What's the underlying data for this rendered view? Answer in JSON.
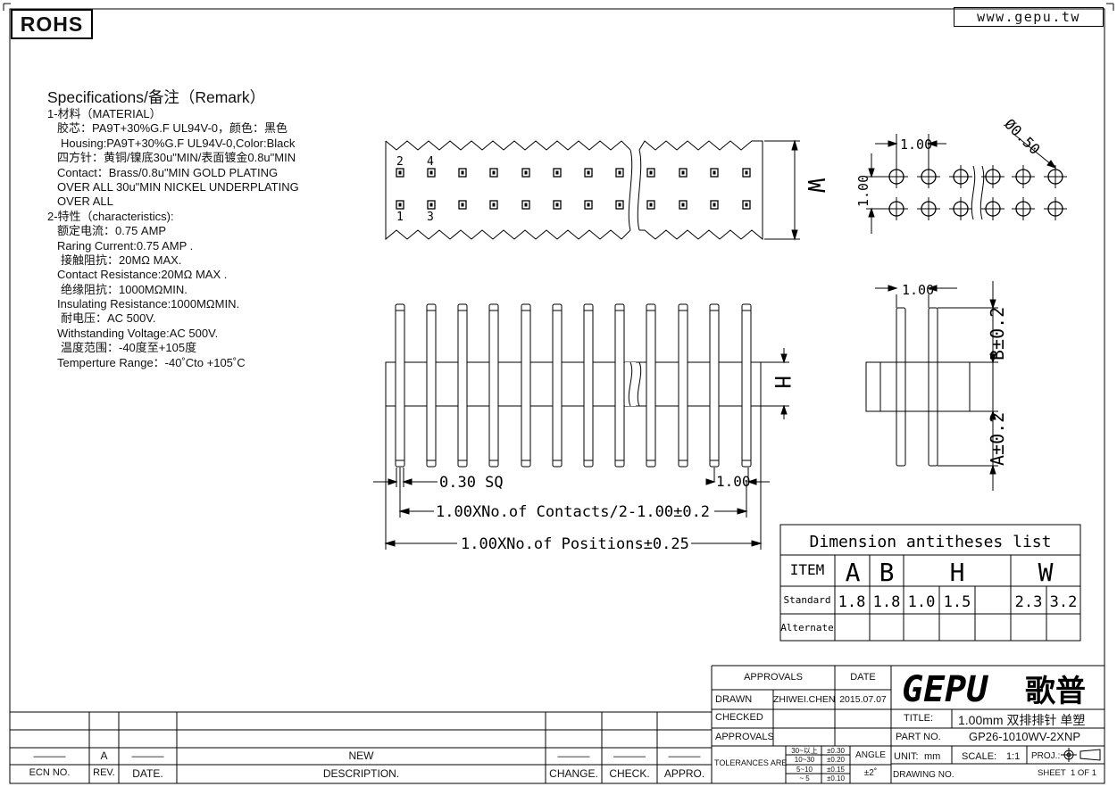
{
  "header": {
    "rohs": "ROHS",
    "website": "www.gepu.tw"
  },
  "spec": {
    "title": "Specifications/备注（Remark）",
    "lines": [
      "1-材料（MATERIAL）",
      "胶芯：PA9T+30%G.F UL94V-0，颜色：黑色",
      "Housing:PA9T+30%G.F UL94V-0,Color:Black",
      "四方针：黄铜/镍底30u\"MIN/表面镀金0.8u\"MIN",
      "Contact：Brass/0.8u\"MIN GOLD PLATING",
      "OVER ALL 30u\"MIN NICKEL UNDERPLATING",
      "OVER ALL",
      "2-特性（characteristics):",
      "额定电流：0.75 AMP",
      "Raring Current:0.75 AMP .",
      "接触阻抗：20MΩ MAX.",
      "Contact Resistance:20MΩ MAX .",
      "绝缘阻抗：1000MΩMIN.",
      "Insulating Resistance:1000MΩMIN.",
      "耐电压：AC 500V.",
      "Withstanding Voltage:AC 500V.",
      "温度范围：-40度至+105度",
      "Temperture Range：-40˚Cto +105˚C"
    ]
  },
  "drawing": {
    "pin_numbers": [
      "2",
      "4",
      "1",
      "3"
    ],
    "dim_w": "W",
    "dim_h": "H",
    "dim_pitch": "1.00",
    "dim_hole": "Ø0.50",
    "dim_sq": "0.30 SQ",
    "dim_pitch_bottom": "1.00",
    "dim_contacts": "1.00XNo.of Contacts/2-1.00±0.2",
    "dim_positions": "1.00XNo.of Positions±0.25",
    "dim_b": "B±0.2",
    "dim_a": "A±0.2"
  },
  "dimension_table": {
    "title": "Dimension antitheses list",
    "item_label": "ITEM",
    "columns": [
      "A",
      "B",
      "H",
      "W"
    ],
    "rows": [
      {
        "label": "Standard",
        "values": [
          "1.8",
          "1.8",
          "1.0",
          "1.5",
          "",
          "2.3",
          "3.2"
        ]
      },
      {
        "label": "Alternate",
        "values": [
          "",
          "",
          "",
          "",
          "",
          "",
          ""
        ]
      }
    ]
  },
  "revision": {
    "headers": [
      "ECN NO.",
      "REV.",
      "DATE.",
      "DESCRIPTION.",
      "CHANGE.",
      "CHECK.",
      "APPRO."
    ],
    "row": [
      "———",
      "A",
      "———",
      "NEW",
      "———",
      "———",
      "———"
    ]
  },
  "title_block": {
    "approvals_header": "APPROVALS",
    "date_header": "DATE",
    "drawn_label": "DRAWN",
    "drawn_by": "ZHIWEI.CHEN",
    "drawn_date": "2015.07.07",
    "checked_label": "CHECKED",
    "approvals_label": "APPROVALS",
    "logo_latin": "GEPU",
    "logo_cjk": "歌普",
    "title_label": "TITLE:",
    "title_value": "1.00mm 双排排针 单塑",
    "part_label": "PART NO.",
    "part_value": "GP26-1010WV-2XNP",
    "tolerances_label": "TOLERANCES ARE",
    "tolerances": [
      {
        "range": "30~以上",
        "tol": "±0.30"
      },
      {
        "range": "10~30",
        "tol": "±0.20"
      },
      {
        "range": "5~10",
        "tol": "±0.15"
      },
      {
        "range": "~ 5",
        "tol": "±0.10"
      }
    ],
    "angle_label": "ANGLE",
    "angle_value": "±2˚",
    "unit_label": "UNIT:",
    "unit_value": "mm",
    "scale_label": "SCALE:",
    "scale_value": "1:1",
    "proj_label": "PROJ.:",
    "drawing_no_label": "DRAWING NO.",
    "sheet_label": "SHEET",
    "sheet_value": "1 OF 1"
  }
}
